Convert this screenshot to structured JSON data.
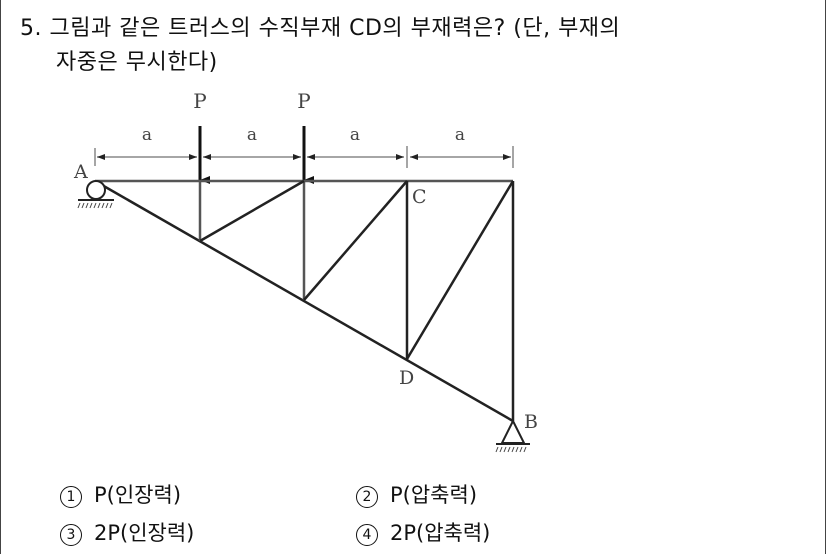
{
  "question": {
    "number": "5.",
    "line1": "그림과 같은 트러스의 수직부재 CD의 부재력은? (단, 부재의",
    "line2": "자중은 무시한다)"
  },
  "figure": {
    "load_labels": [
      "P",
      "P"
    ],
    "dimension_labels": [
      "a",
      "a",
      "a",
      "a"
    ],
    "node_labels": {
      "A": "A",
      "B": "B",
      "C": "C",
      "D": "D"
    }
  },
  "options": [
    {
      "num": "1",
      "text": "P(인장력)"
    },
    {
      "num": "2",
      "text": "P(압축력)"
    },
    {
      "num": "3",
      "text": "2P(인장력)"
    },
    {
      "num": "4",
      "text": "2P(압축력)"
    }
  ]
}
